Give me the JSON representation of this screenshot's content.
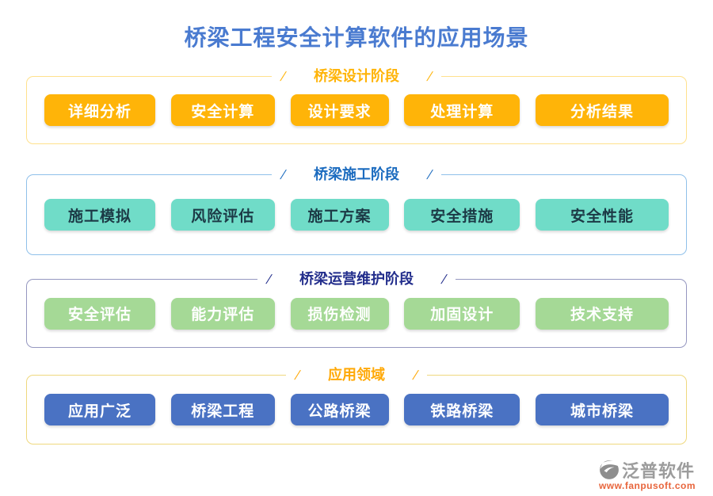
{
  "page": {
    "title": "桥梁工程安全计算软件的应用场景",
    "title_color": "#4a7bd0"
  },
  "decor": {
    "slash": "/"
  },
  "sections": [
    {
      "title": "桥梁设计阶段",
      "accent": "#ffb408",
      "border": "#ffe18c",
      "button_bg": "#ffb408",
      "button_text": "#ffffff",
      "items": [
        "详细分析",
        "安全计算",
        "设计要求",
        "处理计算",
        "分析结果"
      ]
    },
    {
      "title": "桥梁施工阶段",
      "accent": "#1b6bbf",
      "border": "#8fc0ea",
      "button_bg": "#70dcc8",
      "button_text": "#1c3a46",
      "items": [
        "施工模拟",
        "风险评估",
        "施工方案",
        "安全措施",
        "安全性能"
      ]
    },
    {
      "title": "桥梁运营维护阶段",
      "accent": "#232e8c",
      "border": "#9597c0",
      "button_bg": "#a5d996",
      "button_text": "#ffffff",
      "items": [
        "安全评估",
        "能力评估",
        "损伤检测",
        "加固设计",
        "技术支持"
      ]
    },
    {
      "title": "应用领域",
      "accent": "#ffa908",
      "border": "#efd87e",
      "button_bg": "#4a72c3",
      "button_text": "#ffffff",
      "items": [
        "应用广泛",
        "桥梁工程",
        "公路桥梁",
        "铁路桥梁",
        "城市桥梁"
      ]
    }
  ],
  "footer": {
    "brand": "泛普软件",
    "website": "www.fanpusoft.com",
    "logo_icon": "fanpu-logo"
  }
}
